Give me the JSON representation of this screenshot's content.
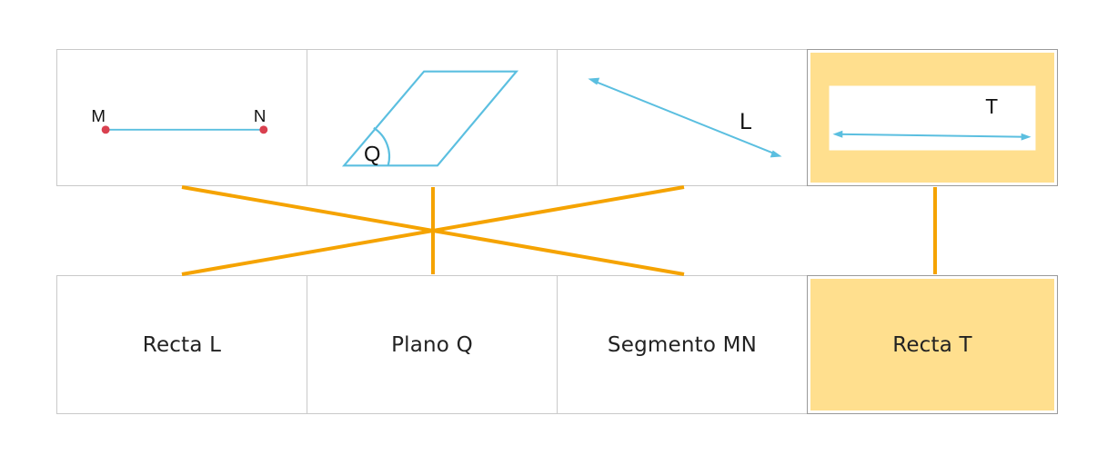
{
  "colors": {
    "line_cyan": "#5bbfe0",
    "point_red": "#d9404f",
    "connector_orange": "#f5a300",
    "selected_fill": "#ffdf8e",
    "card_border": "#c9c9c9"
  },
  "figures": [
    {
      "id": "segment",
      "labels": [
        "M",
        "N"
      ]
    },
    {
      "id": "plane",
      "labels": [
        "Q"
      ]
    },
    {
      "id": "line",
      "labels": [
        "L"
      ]
    },
    {
      "id": "line-boxed",
      "labels": [
        "T"
      ],
      "selected": true
    }
  ],
  "names": [
    {
      "label": "Recta L"
    },
    {
      "label": "Plano Q"
    },
    {
      "label": "Segmento MN"
    },
    {
      "label": "Recta T",
      "selected": true
    }
  ],
  "connections": [
    {
      "from": "segment",
      "to": "Segmento MN"
    },
    {
      "from": "plane",
      "to": "Plano Q"
    },
    {
      "from": "line",
      "to": "Recta L"
    },
    {
      "from": "line-boxed",
      "to": "Recta T"
    }
  ]
}
